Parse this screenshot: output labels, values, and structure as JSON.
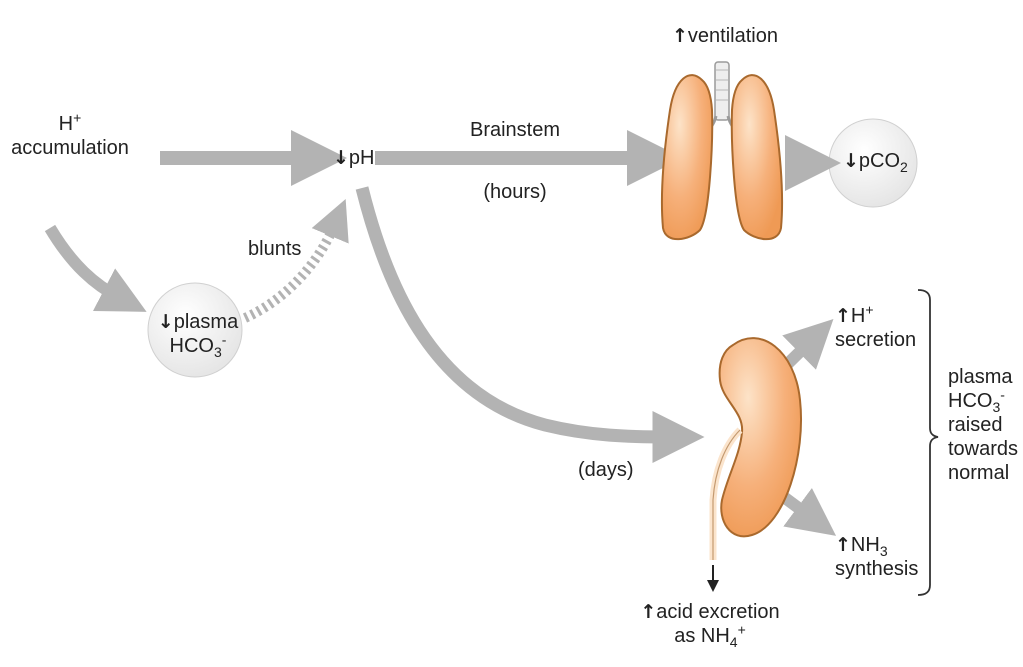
{
  "colors": {
    "arrow": "#b3b3b3",
    "organ_fill": "#f4a66a",
    "organ_light": "#fbd3ae",
    "organ_stroke": "#a9692d",
    "node_fill": "#ebebeb",
    "text": "#222222"
  },
  "icons": {
    "up": "up-arrow-icon",
    "down": "down-arrow-icon",
    "lungs": "lungs-icon",
    "kidney": "kidney-icon"
  },
  "nodes": {
    "h_accum": {
      "line1_main": "H",
      "line1_sup": "+",
      "line2": "accumulation"
    },
    "ph": {
      "arrow": "↓",
      "label": "pH"
    },
    "plasma_hco3": {
      "arrow": "↓",
      "line1": "plasma",
      "line2_main": "HCO",
      "line2_sub": "3",
      "line2_sup": "-"
    },
    "pco2": {
      "arrow": "↓",
      "main": "pCO",
      "sub": "2"
    },
    "ventilation": {
      "arrow": "↑",
      "label": "ventilation"
    },
    "h_secretion": {
      "arrow": "↑",
      "line1_main": "H",
      "line1_sup": "+",
      "line2": "secretion"
    },
    "nh3_synthesis": {
      "arrow": "↑",
      "line1_main": "NH",
      "line1_sub": "3",
      "line2": "synthesis"
    },
    "acid_excretion": {
      "arrow": "↑",
      "line1": "acid excretion",
      "line2_main": "as NH",
      "line2_sub": "4",
      "line2_sup": "+"
    },
    "bracket_note": {
      "line1": "plasma",
      "line2_main": "HCO",
      "line2_sub": "3",
      "line2_sup": "-",
      "line3": "raised",
      "line4": "towards",
      "line5": "normal"
    }
  },
  "edge_labels": {
    "brainstem": "Brainstem",
    "hours": "(hours)",
    "blunts": "blunts",
    "days": "(days)"
  }
}
